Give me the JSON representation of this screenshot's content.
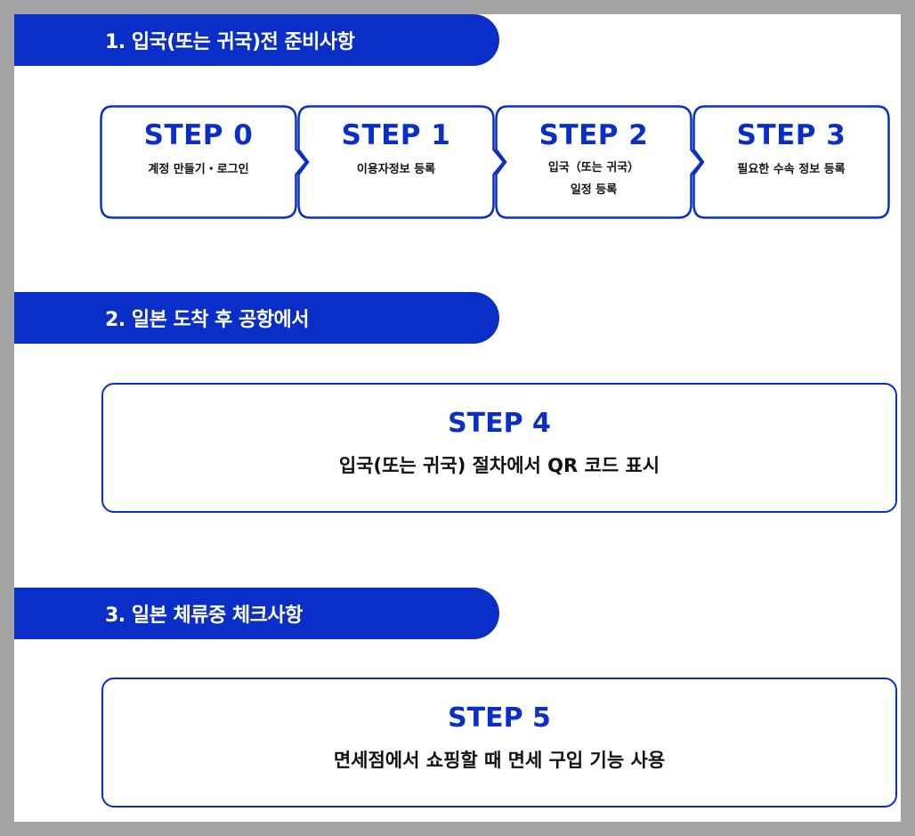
{
  "colors": {
    "accent": "#0a2fc9",
    "frame": "#a3a3a3",
    "text": "#111111"
  },
  "sections": [
    {
      "title": "1. 입국(또는 귀국)전 준비사항"
    },
    {
      "title": "2. 일본 도착 후 공항에서"
    },
    {
      "title": "3. 일본 체류중 체크사항"
    }
  ],
  "steps": [
    {
      "title": "STEP 0",
      "desc": "계정 만들기・로그인"
    },
    {
      "title": "STEP 1",
      "desc": "이용자정보 등록"
    },
    {
      "title": "STEP 2",
      "desc": "입국（또는 귀국）\n일정 등록"
    },
    {
      "title": "STEP 3",
      "desc": "필요한 수속 정보 등록"
    },
    {
      "title": "STEP 4",
      "desc": "입국(또는 귀국) 절차에서 QR 코드 표시"
    },
    {
      "title": "STEP 5",
      "desc": "면세점에서 쇼핑할 때 면세 구입 기능 사용"
    }
  ]
}
